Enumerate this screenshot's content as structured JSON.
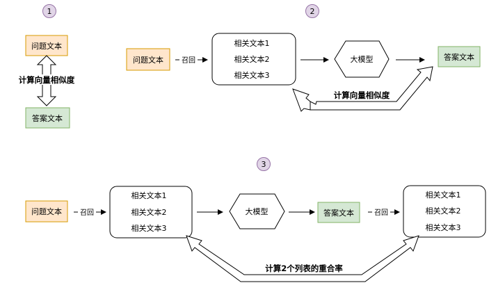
{
  "colors": {
    "badge_fill": "#e1d5e7",
    "badge_stroke": "#9673a6",
    "question_fill": "#ffe6cc",
    "question_stroke": "#d79b00",
    "answer_fill": "#d5e8d4",
    "answer_stroke": "#82b366"
  },
  "badges": [
    "1",
    "2",
    "3"
  ],
  "section1": {
    "question": "问题文本",
    "answer": "答案文本",
    "similarity": "计算向量相似度"
  },
  "section2": {
    "question": "问题文本",
    "recall": "召回",
    "docs": [
      "相关文本1",
      "相关文本2",
      "相关文本3"
    ],
    "llm": "大模型",
    "answer": "答案文本",
    "similarity": "计算向量相似度"
  },
  "section3": {
    "question": "问题文本",
    "recall1": "召回",
    "docs": [
      "相关文本1",
      "相关文本2",
      "相关文本3"
    ],
    "llm": "大模型",
    "answer": "答案文本",
    "recall2": "召回",
    "docs2": [
      "相关文本1",
      "相关文本2",
      "相关文本3"
    ],
    "overlap": "计算2个列表的重合率"
  }
}
